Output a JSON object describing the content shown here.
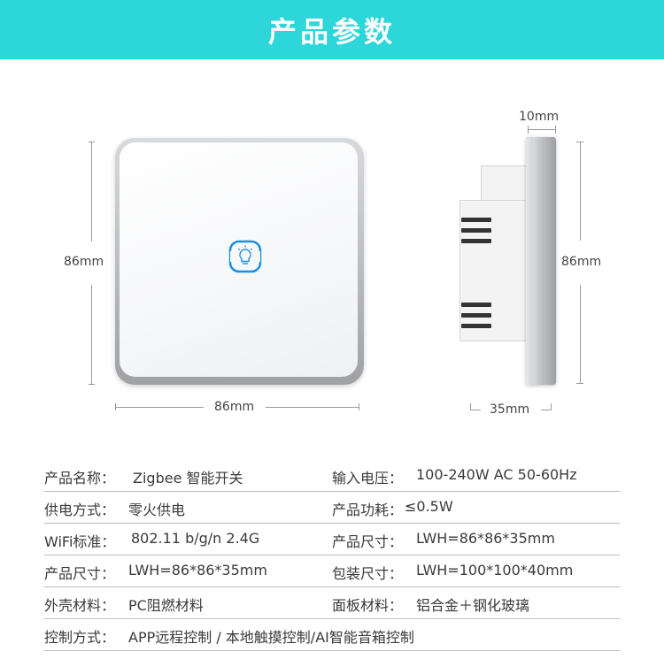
{
  "header": {
    "title": "产品参数"
  },
  "dimensions": {
    "front_height": "86mm",
    "front_width": "86mm",
    "side_height": "86mm",
    "side_depth": "35mm",
    "side_plate_thickness": "10mm"
  },
  "specs": [
    [
      {
        "label": "产品名称：",
        "value": "Zigbee 智能开关"
      },
      {
        "label": "输入电压：",
        "value": "100-240W AC 50-60Hz"
      }
    ],
    [
      {
        "label": "供电方式：",
        "value": "零火供电"
      },
      {
        "label": "产品功耗：",
        "value": "≤0.5W"
      }
    ],
    [
      {
        "label": "WiFi标准：",
        "value": "802.11 b/g/n 2.4G"
      },
      {
        "label": "产品尺寸：",
        "value": "LWH=86*86*35mm"
      }
    ],
    [
      {
        "label": "产品尺寸：",
        "value": "LWH=86*86*35mm"
      },
      {
        "label": "包装尺寸：",
        "value": "LWH=100*100*40mm"
      }
    ],
    [
      {
        "label": "外壳材料：",
        "value": "PC阻燃材料"
      },
      {
        "label": "面板材料：",
        "value": "铝合金＋钢化玻璃"
      }
    ],
    [
      {
        "label": "控制方式：",
        "value": "APP远程控制 / 本地触摸控制/AI智能音箱控制"
      }
    ]
  ],
  "colors": {
    "banner": "#2cd6d9",
    "touch_key": "#1a8fe0"
  },
  "icons": {
    "touch_key": "light-bulb-icon"
  }
}
